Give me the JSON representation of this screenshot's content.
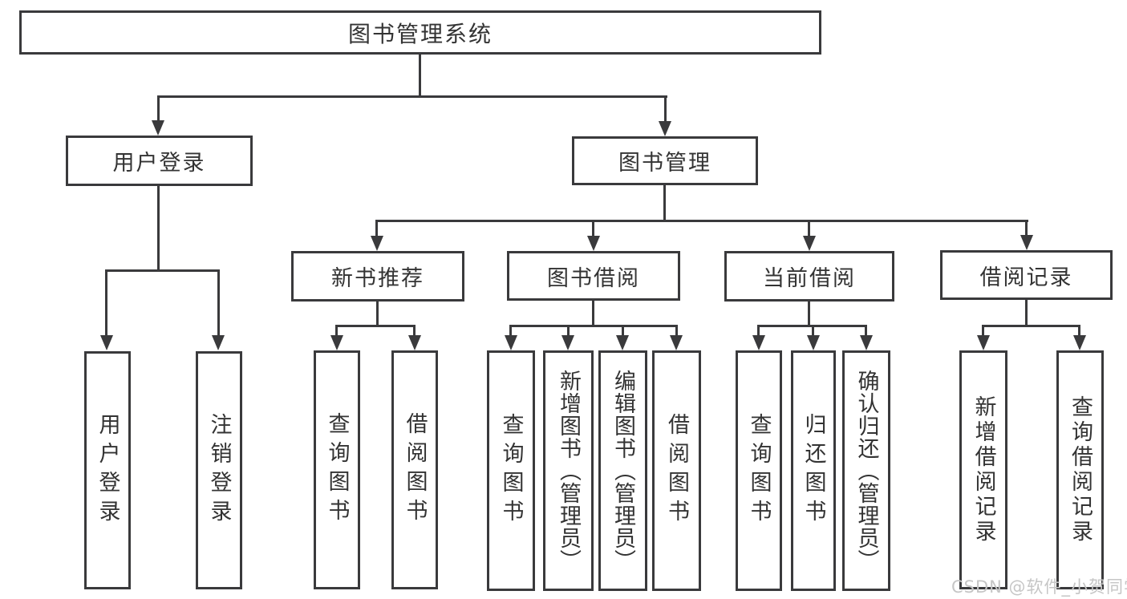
{
  "tree": {
    "root": {
      "label": "图书管理系统"
    },
    "branches": [
      {
        "label": "用户登录",
        "children": [
          {
            "label": "用户登录"
          },
          {
            "label": "注销登录"
          }
        ]
      },
      {
        "label": "图书管理",
        "children": [
          {
            "label": "新书推荐",
            "children": [
              {
                "label": "查询图书"
              },
              {
                "label": "借阅图书"
              }
            ]
          },
          {
            "label": "图书借阅",
            "children": [
              {
                "label": "查询图书"
              },
              {
                "label": "新增图书（管理员）"
              },
              {
                "label": "编辑图书（管理员）"
              },
              {
                "label": "借阅图书"
              }
            ]
          },
          {
            "label": "当前借阅",
            "children": [
              {
                "label": "查询图书"
              },
              {
                "label": "归还图书"
              },
              {
                "label": "确认归还（管理员）"
              }
            ]
          },
          {
            "label": "借阅记录",
            "children": [
              {
                "label": "新增借阅记录"
              },
              {
                "label": "查询借阅记录"
              }
            ]
          }
        ]
      }
    ]
  },
  "watermark": {
    "text": "CSDN @软件_小贺同学"
  },
  "colors": {
    "line": "#3a3a3c",
    "text": "#333333",
    "watermark": "#c6c6c6",
    "background": "#ffffff"
  }
}
